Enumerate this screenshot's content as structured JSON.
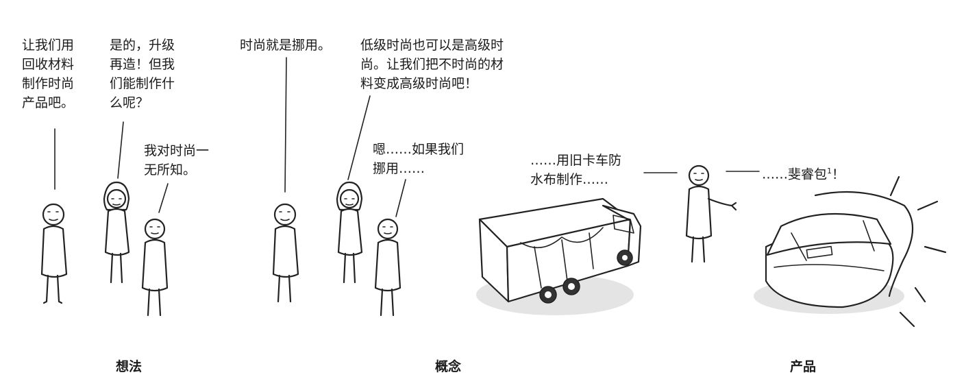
{
  "panels": {
    "idea": {
      "caption": "想法",
      "speech": [
        "让我们用\n回收材料\n制作时尚\n产品吧。",
        "是的，升级\n再造！但我\n们能制作什\n么呢？",
        "我对时尚一\n无所知。"
      ]
    },
    "concept": {
      "caption": "概念",
      "speech": [
        "时尚就是挪用。",
        "低级时尚也可以是高级时\n尚。让我们把不时尚的材\n料变成高级时尚吧！",
        "嗯……如果我们\n挪用……"
      ]
    },
    "product": {
      "caption": "产品",
      "speech": [
        "……用旧卡车防\n水布制作……",
        "……斐睿包",
        "1",
        "！"
      ]
    }
  },
  "colors": {
    "ink": "#222222",
    "shadow": "#e4e4e4",
    "background": "#ffffff"
  }
}
